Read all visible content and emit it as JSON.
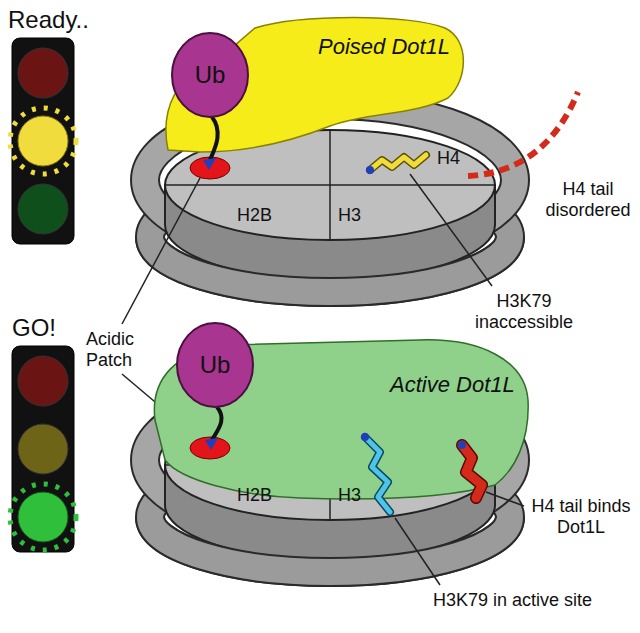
{
  "diagram": {
    "nodes": [
      {
        "text": [
          "Ub"
        ]
      },
      {
        "text": [
          "Poised Dot1L"
        ]
      },
      {
        "text": [
          "Ub"
        ]
      },
      {
        "text": [
          "Active Dot1L"
        ]
      }
    ],
    "labels": [
      "Ready..",
      "GO!",
      "H4",
      "H4 tail disordered",
      "H2B",
      "H3",
      "Acidic Patch",
      "H3K79 inaccessible",
      "H2B",
      "H3",
      "H4 tail binds Dot1L",
      "H3K79 in active site"
    ]
  }
}
